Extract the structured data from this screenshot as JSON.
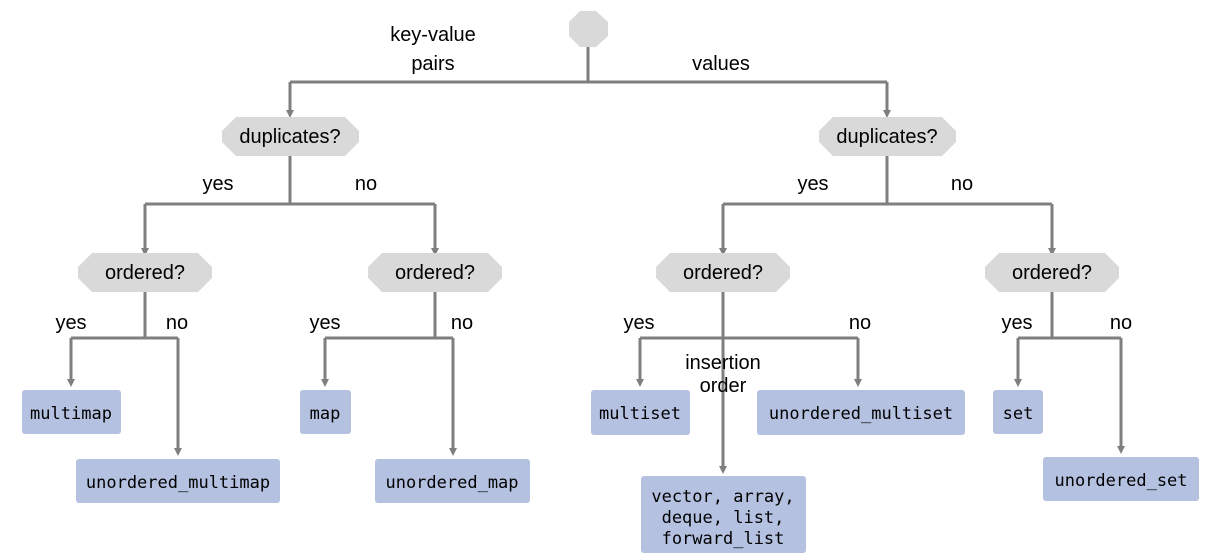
{
  "labels": {
    "key_value_1": "key-value",
    "key_value_2": "pairs",
    "values": "values",
    "yes": "yes",
    "no": "no",
    "insertion_1": "insertion",
    "insertion_2": "order"
  },
  "questions": {
    "duplicates": "duplicates?",
    "ordered": "ordered?"
  },
  "leaves": {
    "multimap": "multimap",
    "unordered_multimap": "unordered_multimap",
    "map": "map",
    "unordered_map": "unordered_map",
    "multiset": "multiset",
    "unordered_multiset": "unordered_multiset",
    "set": "set",
    "unordered_set": "unordered_set",
    "sequence_1": "vector, array,",
    "sequence_2": "deque, list,",
    "sequence_3": "forward_list"
  },
  "colors": {
    "edge": "#7f7f7f",
    "question_fill": "#d9d9d9",
    "leaf_fill": "#b4c1e0"
  }
}
